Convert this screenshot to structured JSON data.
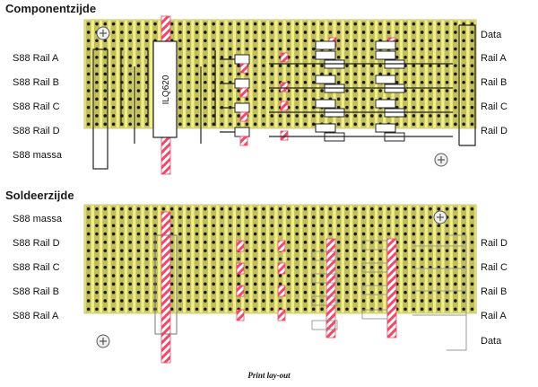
{
  "top_section": {
    "heading": "Componentzijde",
    "left_labels": [
      "S88 Rail  A",
      "S88 Rail  B",
      "S88 Rail  C",
      "S88 Rail  D",
      "S88 massa"
    ],
    "right_labels": [
      "Data",
      "Rail A",
      "Rail B",
      "Rail C",
      "Rail D"
    ],
    "ic_label": "ILQ620"
  },
  "bottom_section": {
    "heading": "Soldeerzijde",
    "left_labels": [
      "S88 massa",
      "S88 Rail  D",
      "S88 Rail  C",
      "S88 Rail  B",
      "S88 Rail  A"
    ],
    "right_labels": [
      "Rail D",
      "Rail C",
      "Rail B",
      "Rail A",
      "Data"
    ]
  },
  "caption": "Print lay-out",
  "colors": {
    "board": "#f2ee8a",
    "strip": "#9a9a3a",
    "hole": "#1a1a1a",
    "cut": "#ee4a6a",
    "component": "#ffffff",
    "wire": "#222222"
  }
}
